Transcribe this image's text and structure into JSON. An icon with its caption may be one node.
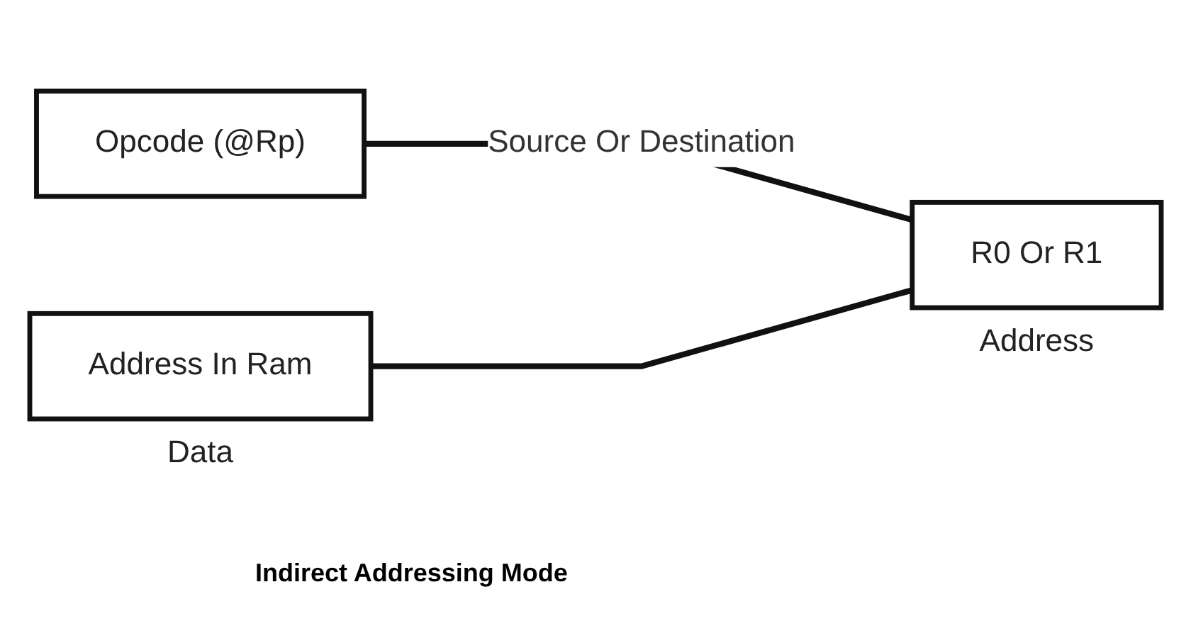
{
  "diagram": {
    "caption": "Indirect Addressing Mode",
    "nodes": [
      {
        "text": [
          "Opcode (@Rp)"
        ]
      },
      {
        "text": [
          "Address In Ram"
        ],
        "beside": [
          "Data"
        ]
      },
      {
        "text": [
          "R0 Or R1"
        ],
        "beside": [
          "Address"
        ]
      }
    ],
    "edges": [
      {
        "from": 0,
        "to": 2,
        "arrow": "none",
        "label": "Source Or Destination"
      },
      {
        "from": 1,
        "to": 2,
        "arrow": "none"
      }
    ]
  }
}
